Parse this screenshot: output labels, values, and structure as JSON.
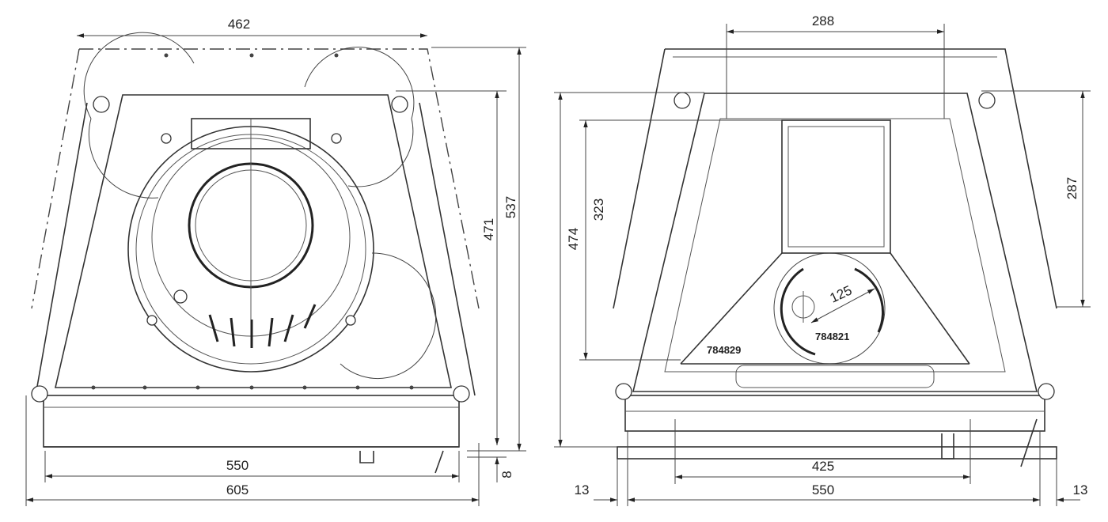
{
  "front_view": {
    "dimensions": {
      "top_width": "462",
      "base_inner_width": "550",
      "overall_width": "605",
      "inner_height": "471",
      "overall_height": "537",
      "base_offset": "8"
    }
  },
  "side_view": {
    "dimensions": {
      "top_opening_width": "288",
      "right_height": "287",
      "inner_height": "323",
      "overall_height": "474",
      "bottom_opening_width": "425",
      "base_width": "550",
      "left_margin": "13",
      "right_margin": "13",
      "flue_diameter": "125"
    },
    "part_codes": {
      "flue_part": "784821",
      "baffle_part": "784829"
    }
  },
  "colors": {
    "line": "#333333",
    "background": "#ffffff"
  }
}
